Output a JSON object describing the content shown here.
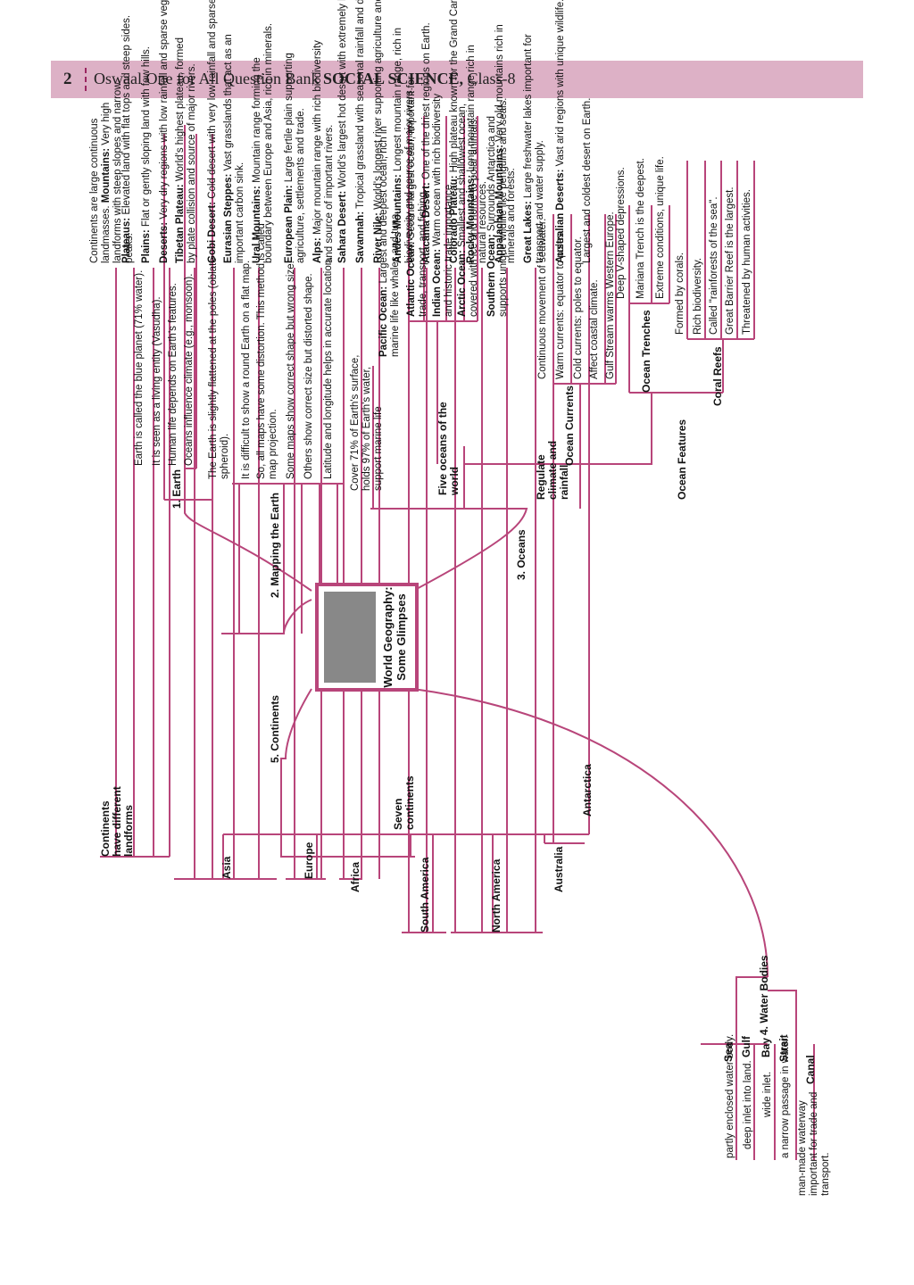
{
  "header": {
    "page_number": "2",
    "title_prefix": "Oswaal One for All Question Bank ",
    "title_bold": "SOCIAL SCIENCE,",
    "title_suffix": " Class-8"
  },
  "center": {
    "title": "World Geography: Some Glimpses"
  },
  "earth": {
    "label": "1. Earth",
    "items": [
      "Earth is called the blue planet (71% water).",
      "It is seen as a living entity (Vasudha).",
      "Human life depends on Earth's features.",
      "Oceans influence climate (e.g., monsoon)."
    ]
  },
  "mapping": {
    "label": "2. Mapping the Earth",
    "items": [
      "The Earth is slightly flattened at the poles (oblate spheroid).",
      "It is difficult to show a round Earth on a flat map.",
      "So, all maps have some distortion. This method is called map projection.",
      "Some maps show correct shape but wrong size.",
      "Others show correct size but distorted shape.",
      "Latitude and longitude helps in accurate location."
    ]
  },
  "oceans": {
    "label": "3. Oceans",
    "cover": "Cover 71% of Earth's surface, holds 97% of Earth's water, support marine life",
    "five_label": "Five oceans of the world",
    "five": [
      {
        "name": "Pacific Ocean:",
        "text": " Largest and deepest ocean, rich in marine life like whales and tuna."
      },
      {
        "name": "Atlantic Ocean:",
        "text": " Second largest ocean, important for trade, transport, and fishing."
      },
      {
        "name": "Indian Ocean:",
        "text": " Warm ocean with rich biodiversity and historic trade importance."
      },
      {
        "name": "Arctic Ocean:",
        "text": " Smallest and shallowest ocean, covered with ice and home to polar animals."
      },
      {
        "name": "Southern Ocean:",
        "text": " Surrounds Antarctica and supports unique wildlife like penguins and seals."
      }
    ],
    "regulate": "Regulate climate and rainfall",
    "currents_label": "Ocean Currents",
    "currents": [
      "Continuous movement of seawater.",
      "Warm currents: equator to poles.",
      "Cold currents: poles to equator.",
      "Affect coastal climate.",
      "Gulf Stream warms Western Europe."
    ],
    "features_label": "Ocean Features",
    "trenches_label": "Ocean Trenches",
    "trenches": [
      "Deep V-shaped depressions.",
      "Mariana Trench is the deepest.",
      "Extreme conditions, unique life."
    ],
    "reefs_label": "Coral Reefs",
    "reefs": [
      "Formed by corals.",
      "Rich biodiversity.",
      "Called \"rainforests of the sea\".",
      "Great Barrier Reef is the largest.",
      "Threatened by human activities."
    ]
  },
  "water": {
    "label": "4. Water Bodies",
    "items": [
      {
        "name": "Sea",
        "text": "partly enclosed water body."
      },
      {
        "name": "Gulf",
        "text": "deep inlet into land."
      },
      {
        "name": "Bay",
        "text": "wide inlet."
      },
      {
        "name": "Strait",
        "text": "a narrow passage in water."
      },
      {
        "name": "Canal",
        "text": "man-made waterway important for trade and transport."
      }
    ]
  },
  "continents": {
    "label": "5. Continents",
    "landforms_label": "Continents have different landforms",
    "landforms": [
      {
        "name": "",
        "text": "Continents are large continuous landmasses. ",
        "name2": "Mountains:",
        "text2": " Very high landforms with steep slopes and narrow peaks."
      },
      {
        "name": "Plateaus:",
        "text": " Elevated land with flat tops and steep sides."
      },
      {
        "name": "Plains:",
        "text": " Flat or gently sloping land with few hills."
      },
      {
        "name": "Deserts:",
        "text": " Very dry regions with low rainfall and sparse vegetation."
      }
    ],
    "seven_label": "Seven continents",
    "asia_label": "Asia",
    "asia": [
      {
        "name": "Tibetan Plateau:",
        "text": " World's highest plateau, formed by plate collision and source of major rivers."
      },
      {
        "name": "Gobi Desert:",
        "text": " Cold desert with very low rainfall and sparse vegetation."
      },
      {
        "name": "Eurasian Steppes:",
        "text": " Vast grasslands that act as an important carbon sink."
      },
      {
        "name": "Ural Mountains:",
        "text": " Mountain range forming the boundary between Europe and Asia, rich in minerals."
      }
    ],
    "europe_label": "Europe",
    "europe": [
      {
        "name": "European Plain:",
        "text": " Large fertile plain supporting agriculture, settlements and trade."
      },
      {
        "name": "Alps:",
        "text": " Major mountain range with rich biodiversity and source of important rivers."
      }
    ],
    "africa_label": "Africa",
    "africa": [
      {
        "name": "Sahara Desert:",
        "text": " World's largest hot desert with extremely low rainfall."
      },
      {
        "name": "Savannah:",
        "text": " Tropical grassland with seasonal rainfall and diverse wildlife."
      },
      {
        "name": "River Nile:",
        "text": " World's longest river supporting agriculture and human life."
      }
    ],
    "samerica_label": "South America",
    "samerica": [
      {
        "name": "Andes Mountains:",
        "text": " Longest mountain range, rich in biodiversity and source of major rivers."
      },
      {
        "name": "Atacama Desert:",
        "text": " One of the driest regions on Earth."
      }
    ],
    "namerica_label": "North America",
    "namerica": [
      {
        "name": "Colorado Plateau:",
        "text": " High plateau known for the Grand Canyon."
      },
      {
        "name": "Rocky Mountains:",
        "text": " Long mountain range rich in natural resources."
      },
      {
        "name": "Appalachian Mountains:",
        "text": " Very old mountains rich in minerals and forests."
      },
      {
        "name": "Great Lakes:",
        "text": " Large freshwater lakes important for transport and water supply."
      }
    ],
    "australia_label": "Australia",
    "australia": [
      {
        "name": "Australian Deserts:",
        "text": " Vast arid regions with unique wildlife."
      }
    ],
    "antarctica_label": "Antarctica",
    "antarctica": [
      {
        "name": "",
        "text": "Largest and coldest desert on Earth."
      }
    ]
  },
  "colors": {
    "branch": "#b8457a",
    "header_bg": "#ddb1c6"
  }
}
